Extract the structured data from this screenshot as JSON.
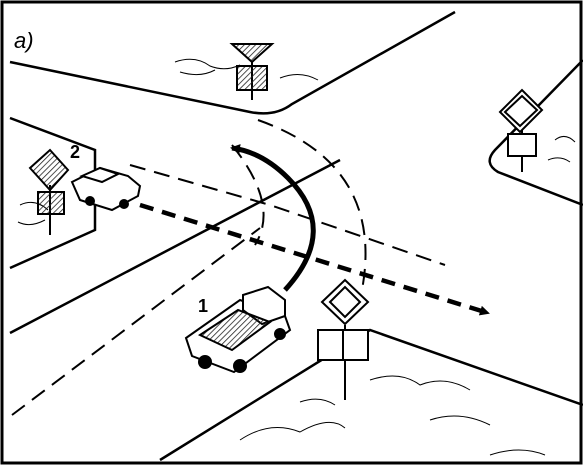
{
  "panel_label": "a)",
  "vehicle_labels": {
    "truck": "1",
    "car": "2"
  },
  "colors": {
    "ink": "#000000",
    "paper": "#ffffff",
    "hatch": "#555555"
  }
}
